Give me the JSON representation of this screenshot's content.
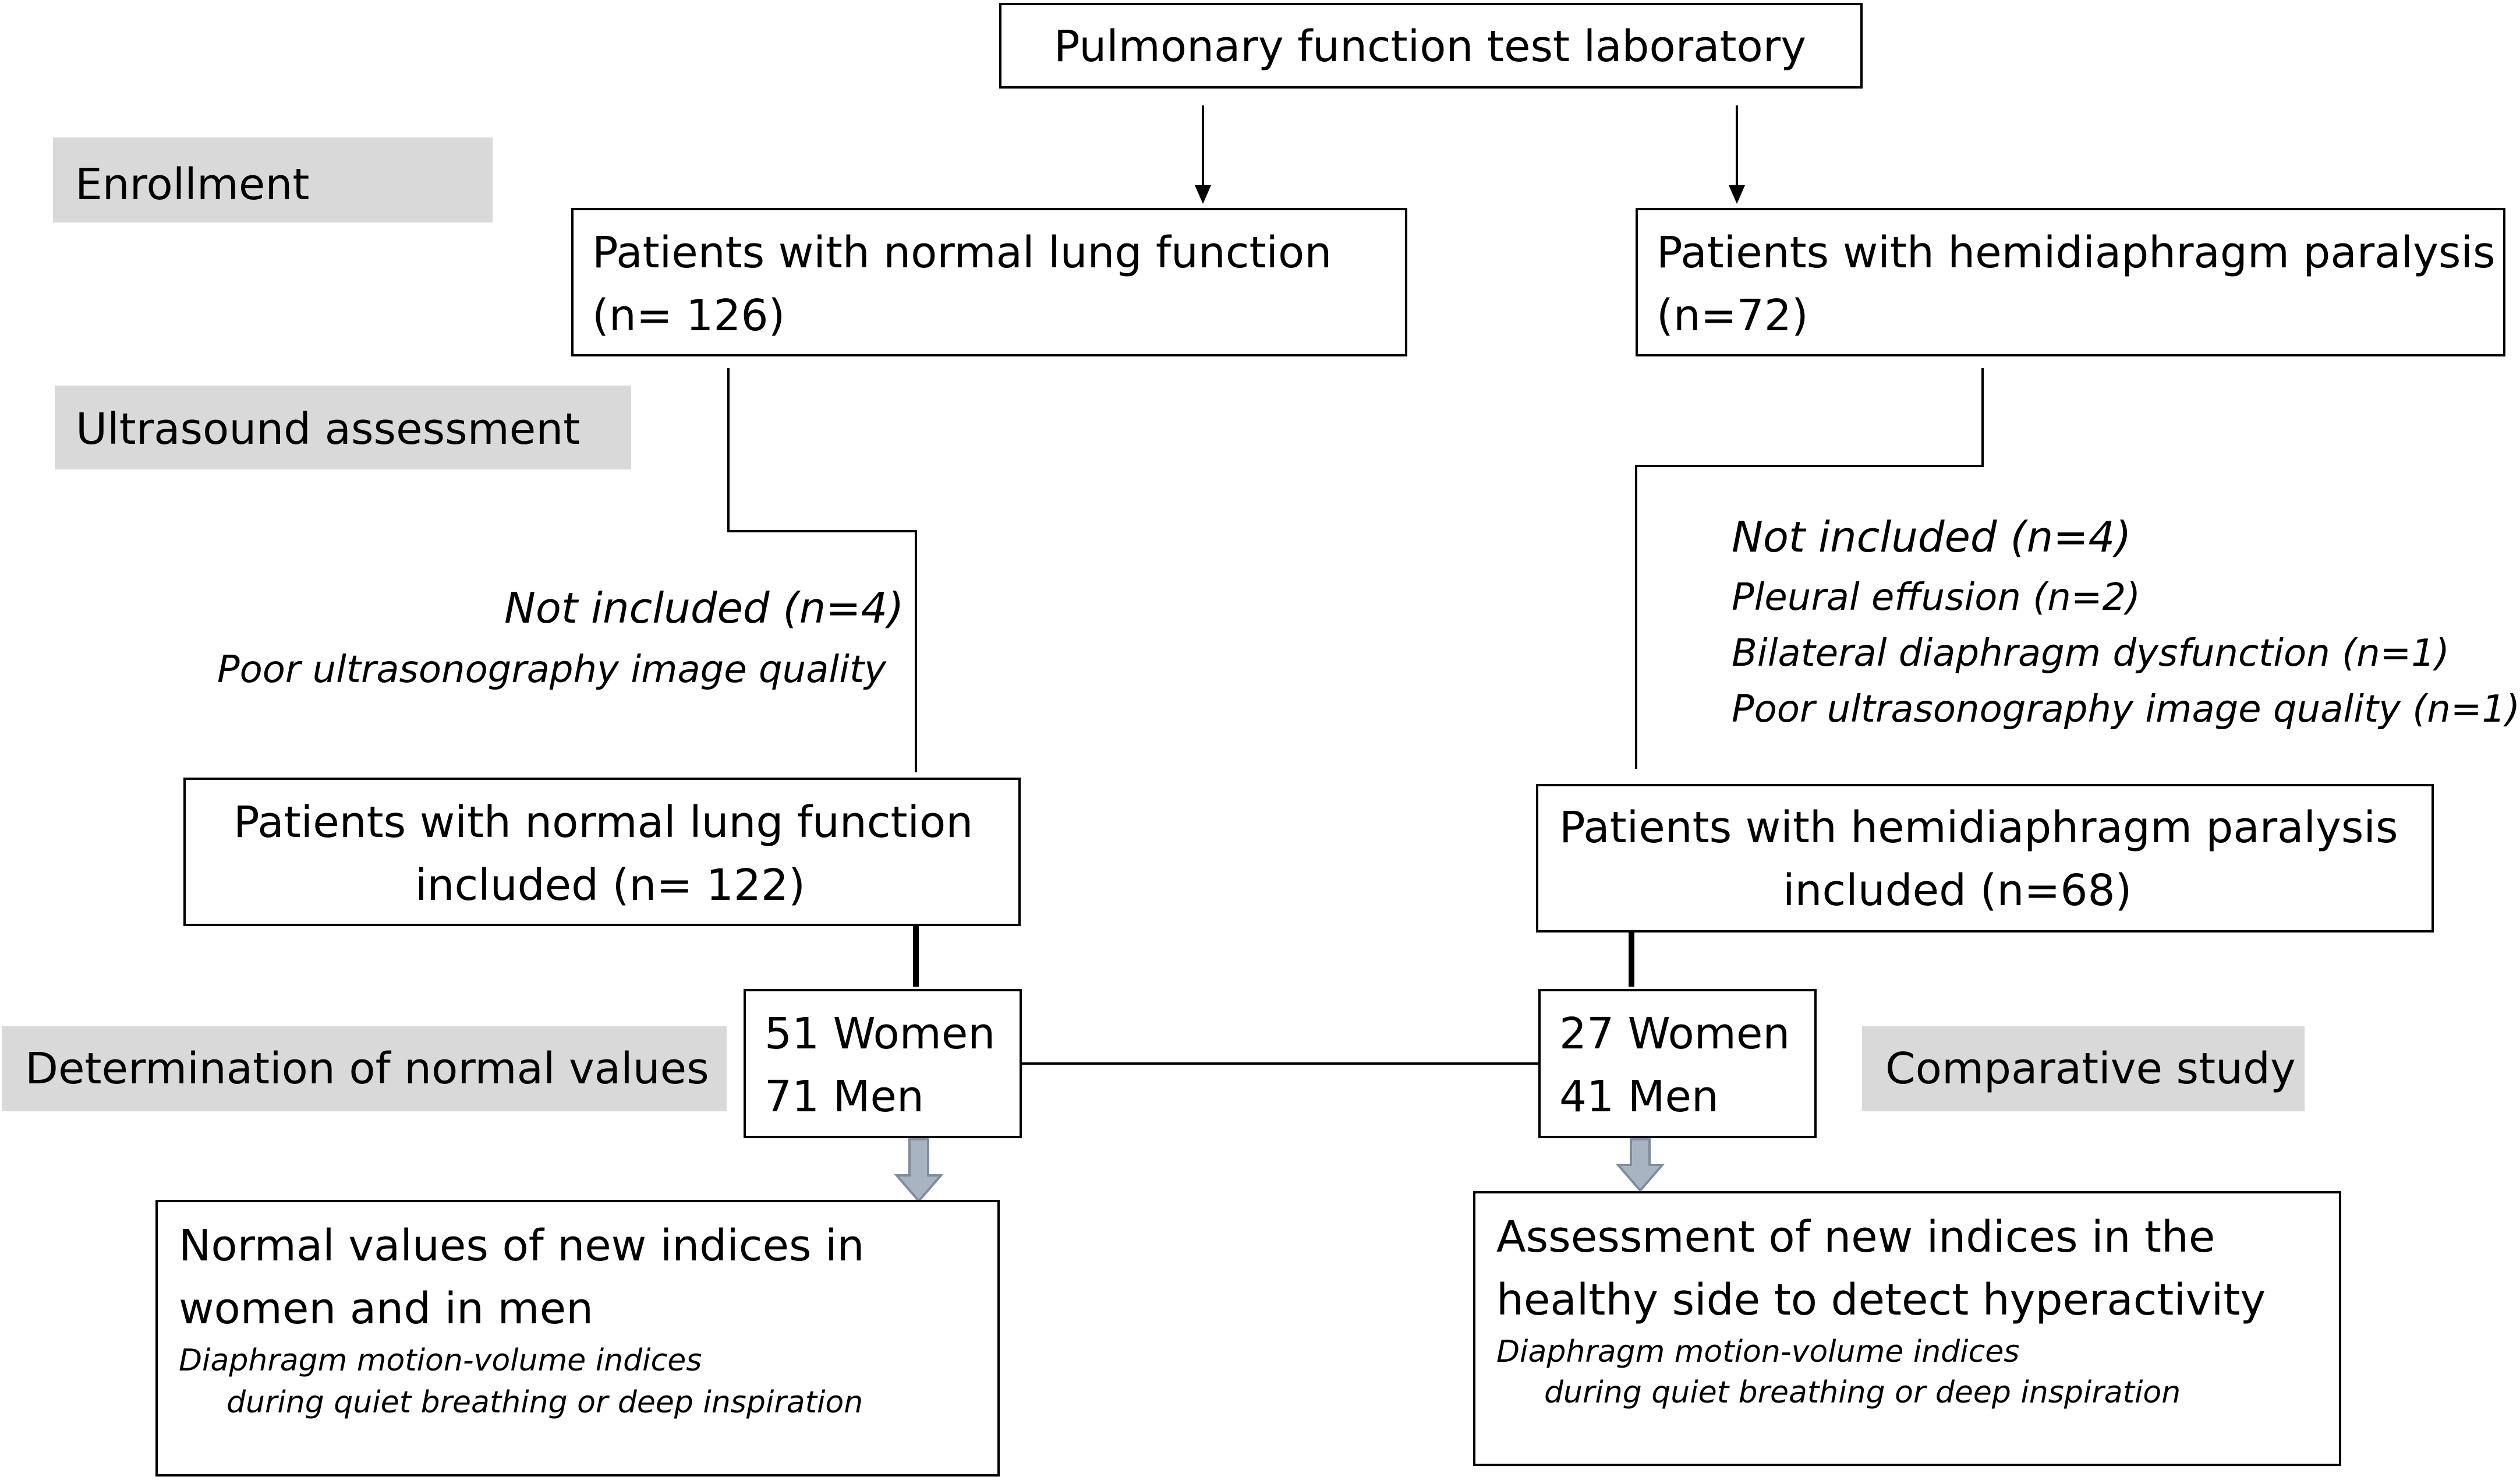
{
  "stages": {
    "enrollment": "Enrollment",
    "ultrasound": "Ultrasound assessment",
    "normal_values": "Determination of normal values",
    "comparative": "Comparative study"
  },
  "top_box": {
    "title": "Pulmonary function test laboratory"
  },
  "left": {
    "enrolled_line1": "Patients with normal lung function",
    "enrolled_line2": "(n= 126)",
    "excluded_title": "Not included (n=4)",
    "excluded_reason": "Poor ultrasonography image quality",
    "included_line1": "Patients with normal lung function",
    "included_line2": "included (n= 122)",
    "women": "51 Women",
    "men": "71 Men",
    "result_line1": "Normal values of new indices in",
    "result_line2": "women and in men",
    "result_note1": "Diaphragm motion-volume indices",
    "result_note2": "during quiet breathing or deep inspiration"
  },
  "right": {
    "enrolled_line1": "Patients with hemidiaphragm paralysis",
    "enrolled_line2": "(n=72)",
    "excluded_title": "Not included (n=4)",
    "excluded_reason1": "Pleural effusion (n=2)",
    "excluded_reason2": "Bilateral diaphragm dysfunction (n=1)",
    "excluded_reason3": "Poor ultrasonography image quality (n=1)",
    "included_line1": "Patients with hemidiaphragm paralysis",
    "included_line2": "included (n=68)",
    "women": "27 Women",
    "men": "41 Men",
    "result_line1": "Assessment of new indices in the",
    "result_line2": "healthy side to detect hyperactivity",
    "result_note1": "Diaphragm motion-volume indices",
    "result_note2": "during quiet breathing or deep inspiration"
  }
}
